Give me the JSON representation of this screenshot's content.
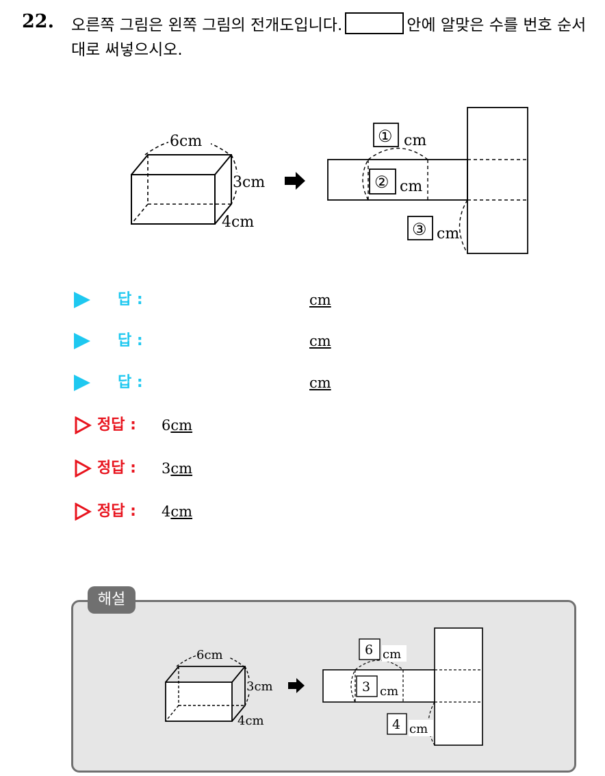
{
  "question": {
    "number": "22.",
    "text_part1": "오른쪽 그림은 왼쪽 그림의 전개도입니다.",
    "text_part2": "안에 알맞은 수를 번호 순서대로 써넣으시오."
  },
  "figure": {
    "width_label": "6cm",
    "height_label": "3cm",
    "depth_label": "4cm",
    "blank1": "①",
    "blank2": "②",
    "blank3": "③",
    "unit": "cm"
  },
  "answer_rows": [
    {
      "label": "답 :",
      "unit": "cm"
    },
    {
      "label": "답 :",
      "unit": "cm"
    },
    {
      "label": "답 :",
      "unit": "cm"
    }
  ],
  "solution_rows": [
    {
      "label": "정답 :",
      "value": "6",
      "unit": "cm"
    },
    {
      "label": "정답 :",
      "value": "3",
      "unit": "cm"
    },
    {
      "label": "정답 :",
      "value": "4",
      "unit": "cm"
    }
  ],
  "explanation": {
    "tab": "해설",
    "width_label": "6cm",
    "height_label": "3cm",
    "depth_label": "4cm",
    "box1": "6",
    "box2": "3",
    "box3": "4",
    "unit": "cm"
  },
  "colors": {
    "answer_accent": "#1ec8f0",
    "solution_accent": "#e8141e",
    "explanation_frame": "#707070",
    "explanation_bg": "#e6e6e6"
  }
}
